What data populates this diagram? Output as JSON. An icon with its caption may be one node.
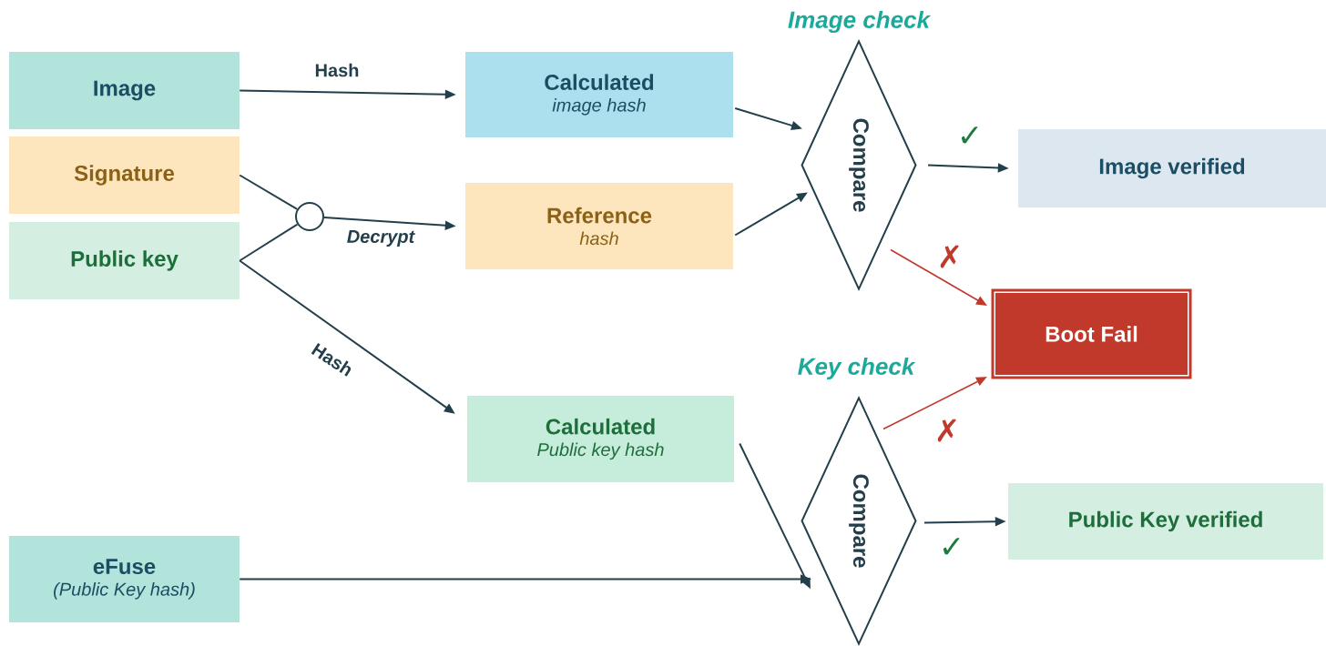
{
  "diagram": {
    "nodes": [
      {
        "text": [
          "Image"
        ]
      },
      {
        "text": [
          "Signature"
        ]
      },
      {
        "text": [
          "Public key"
        ]
      },
      {
        "text": [],
        "shape": "circle"
      },
      {
        "text": [
          "Calculated",
          "image hash"
        ]
      },
      {
        "text": [
          "Reference",
          "hash"
        ]
      },
      {
        "text": [
          "Calculated",
          "Public key hash"
        ]
      },
      {
        "text": [
          "eFuse",
          "(Public Key hash)"
        ]
      },
      {
        "text": [
          "Image check",
          "Compare"
        ]
      },
      {
        "text": [
          "Key check",
          "Compare"
        ]
      },
      {
        "text": [
          "Image verified"
        ]
      },
      {
        "text": [
          "Boot Fail"
        ]
      },
      {
        "text": [
          "Public Key verified"
        ]
      }
    ],
    "edges": [
      {
        "from": 0,
        "to": 4,
        "arrow": "to",
        "label": "Hash"
      },
      {
        "from": 1,
        "to": 3,
        "arrow": "none"
      },
      {
        "from": 2,
        "to": 3,
        "arrow": "none"
      },
      {
        "from": 3,
        "to": 5,
        "arrow": "to",
        "label": "Decrypt"
      },
      {
        "from": 2,
        "to": 6,
        "arrow": "to",
        "label": "Hash"
      },
      {
        "from": 4,
        "to": 8,
        "arrow": "to"
      },
      {
        "from": 5,
        "to": 8,
        "arrow": "to"
      },
      {
        "from": 6,
        "to": 9,
        "arrow": "to"
      },
      {
        "from": 7,
        "to": 9,
        "arrow": "to"
      },
      {
        "from": 8,
        "to": 10,
        "arrow": "to",
        "label": "✓"
      },
      {
        "from": 8,
        "to": 11,
        "arrow": "to",
        "label": "✗",
        "color": "#c0392b"
      },
      {
        "from": 9,
        "to": 11,
        "arrow": "to",
        "label": "✗",
        "color": "#c0392b"
      },
      {
        "from": 9,
        "to": 12,
        "arrow": "to",
        "label": "✓"
      }
    ]
  }
}
